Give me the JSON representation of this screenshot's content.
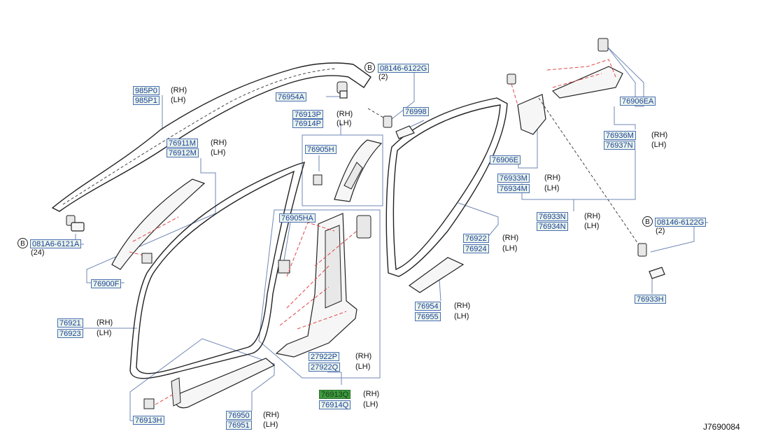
{
  "diagram_id": "J7690084",
  "callouts": {
    "c985P0": "985P0",
    "c985P1": "985P1",
    "c76954A": "76954A",
    "c08146_top": "08146-6122G",
    "c76998": "76998",
    "c76913P": "76913P",
    "c76914P": "76914P",
    "c76905H": "76905H",
    "c76911M": "76911M",
    "c76912M": "76912M",
    "c081A6": "081A6-6121A",
    "c76900F": "76900F",
    "c76905HA": "76905HA",
    "c76921": "76921",
    "c76923": "76923",
    "c27922P": "27922P",
    "c27922Q": "27922Q",
    "c76913Q": "76913Q",
    "c76914Q": "76914Q",
    "c76950": "76950",
    "c76951": "76951",
    "c76913H": "76913H",
    "c76922": "76922",
    "c76924": "76924",
    "c76954": "76954",
    "c76955": "76955",
    "c76906E": "76906E",
    "c76933M": "76933M",
    "c76934M": "76934M",
    "c76933N": "76933N",
    "c76934N": "76934N",
    "c76906EA": "76906EA",
    "c76936M": "76936M",
    "c76937N": "76937N",
    "c08146_right": "08146-6122G",
    "c76933H": "76933H"
  },
  "sides": {
    "rh": "(RH)",
    "lh": "(LH)"
  },
  "quantities": {
    "q2": "(2)",
    "q24": "(24)"
  },
  "bolt_marker": "B",
  "selected_part": "76913Q"
}
